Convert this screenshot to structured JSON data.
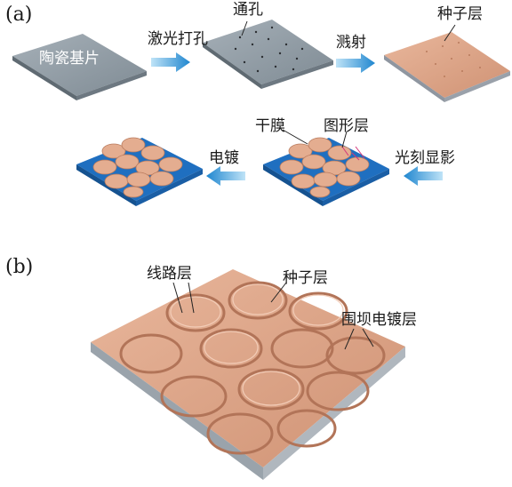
{
  "panel_a": {
    "label": "(a)",
    "steps": {
      "substrate": "陶瓷基片",
      "laser_drilling": "激光打孔",
      "via_hole": "通孔",
      "sputtering": "溅射",
      "seed_layer": "种子层",
      "dry_film": "干膜",
      "pattern_layer": "图形层",
      "photolithography": "光刻显影",
      "electroplating": "电镀"
    }
  },
  "panel_b": {
    "label": "(b)",
    "circuit_layer": "线路层",
    "seed_layer": "种子层",
    "dam_plating_layer": "围坝电镀层"
  },
  "colors": {
    "ceramic": "#8e9aa3",
    "copper": "#dfa689",
    "dry_film_blue": "#1f6fc0",
    "arrow_blue": "#2a8fd6"
  }
}
